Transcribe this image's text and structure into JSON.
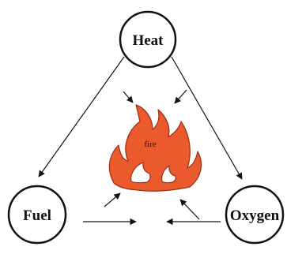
{
  "nodes": {
    "heat": "Heat",
    "fuel": "Fuel",
    "oxygen": "Oxygen"
  },
  "center": {
    "label": "fire"
  },
  "colors": {
    "flame_fill": "#ea5a2c",
    "flame_stroke": "#9c2f12",
    "stroke": "#111111",
    "background": "#ffffff"
  },
  "icons": {
    "center": "flame-icon"
  }
}
